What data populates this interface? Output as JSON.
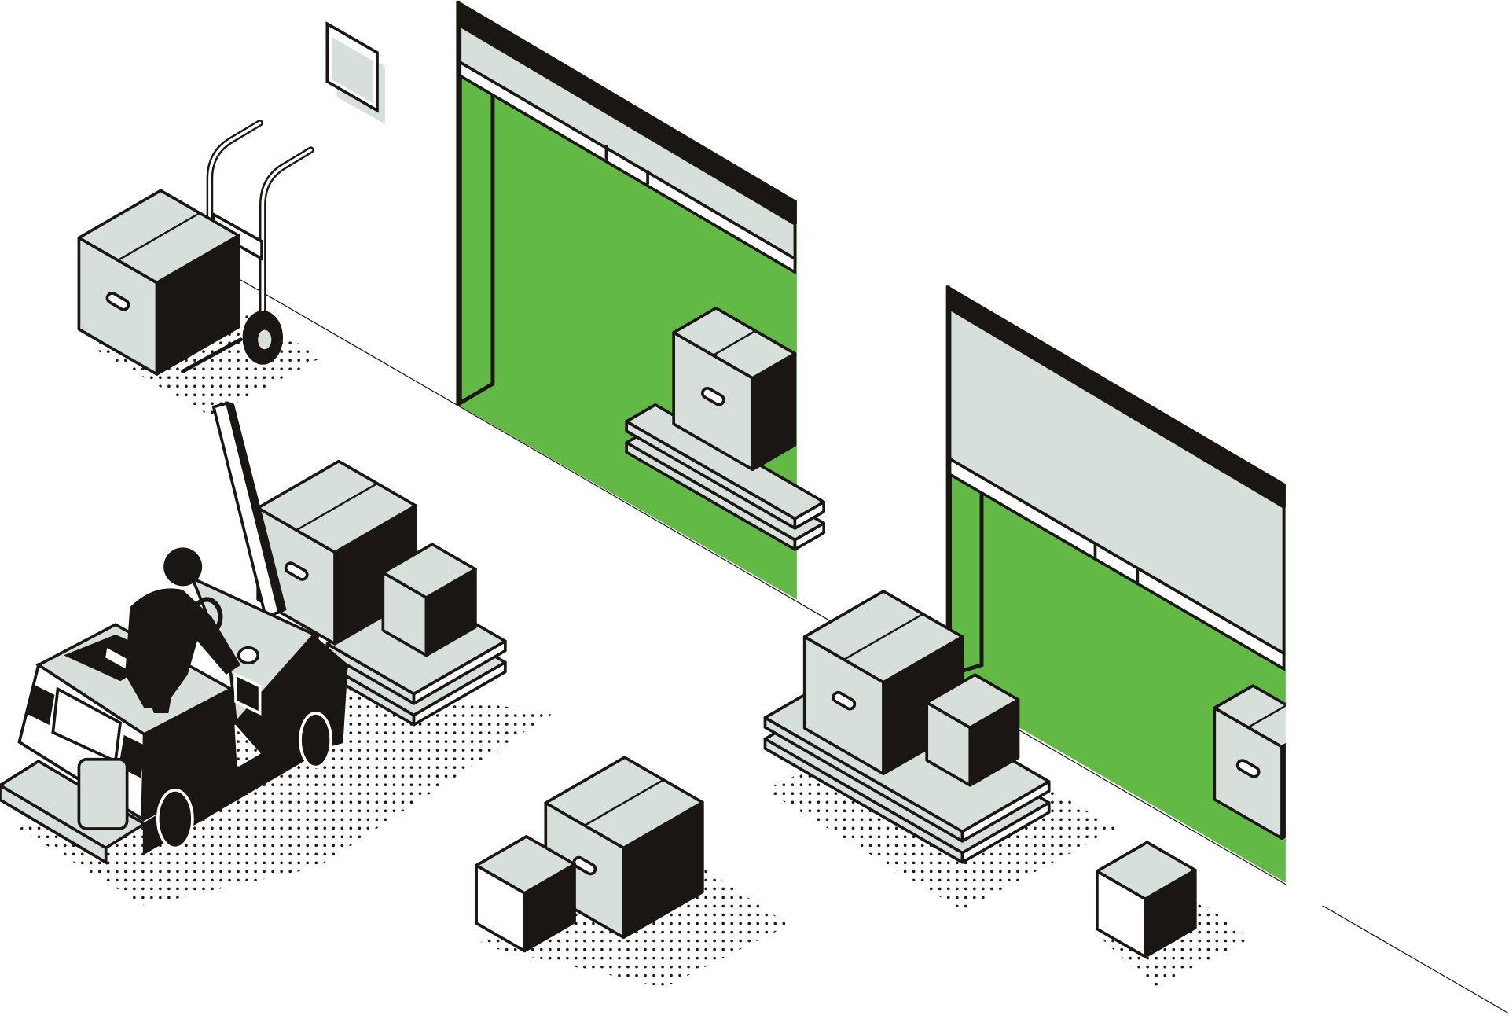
{
  "scene": {
    "subject": "isometric-warehouse-loading-dock",
    "colors": {
      "green": "#62b946",
      "gray": "#d7dfda",
      "ink": "#1a1613",
      "background": "#ffffff"
    },
    "elements": [
      "loading-door",
      "loading-door",
      "cardboard-box",
      "pallet",
      "forklift",
      "worker",
      "hand-truck",
      "wall-window"
    ]
  }
}
